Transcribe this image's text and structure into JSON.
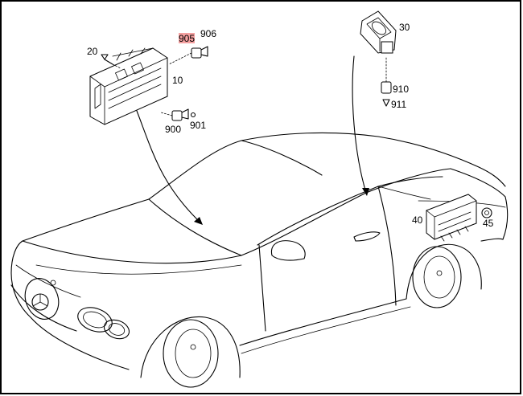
{
  "diagram": {
    "highlight_color": "#f4a0a0",
    "parts": [
      {
        "id": "p20",
        "number": "20",
        "description": ""
      },
      {
        "id": "p905",
        "number": "905",
        "highlighted": true
      },
      {
        "id": "p906",
        "number": "906"
      },
      {
        "id": "p10",
        "number": "10"
      },
      {
        "id": "p900",
        "number": "900"
      },
      {
        "id": "p901",
        "number": "901"
      },
      {
        "id": "p30",
        "number": "30"
      },
      {
        "id": "p910",
        "number": "910"
      },
      {
        "id": "p911",
        "number": "911"
      },
      {
        "id": "p40",
        "number": "40"
      },
      {
        "id": "p45",
        "number": "45"
      }
    ]
  }
}
